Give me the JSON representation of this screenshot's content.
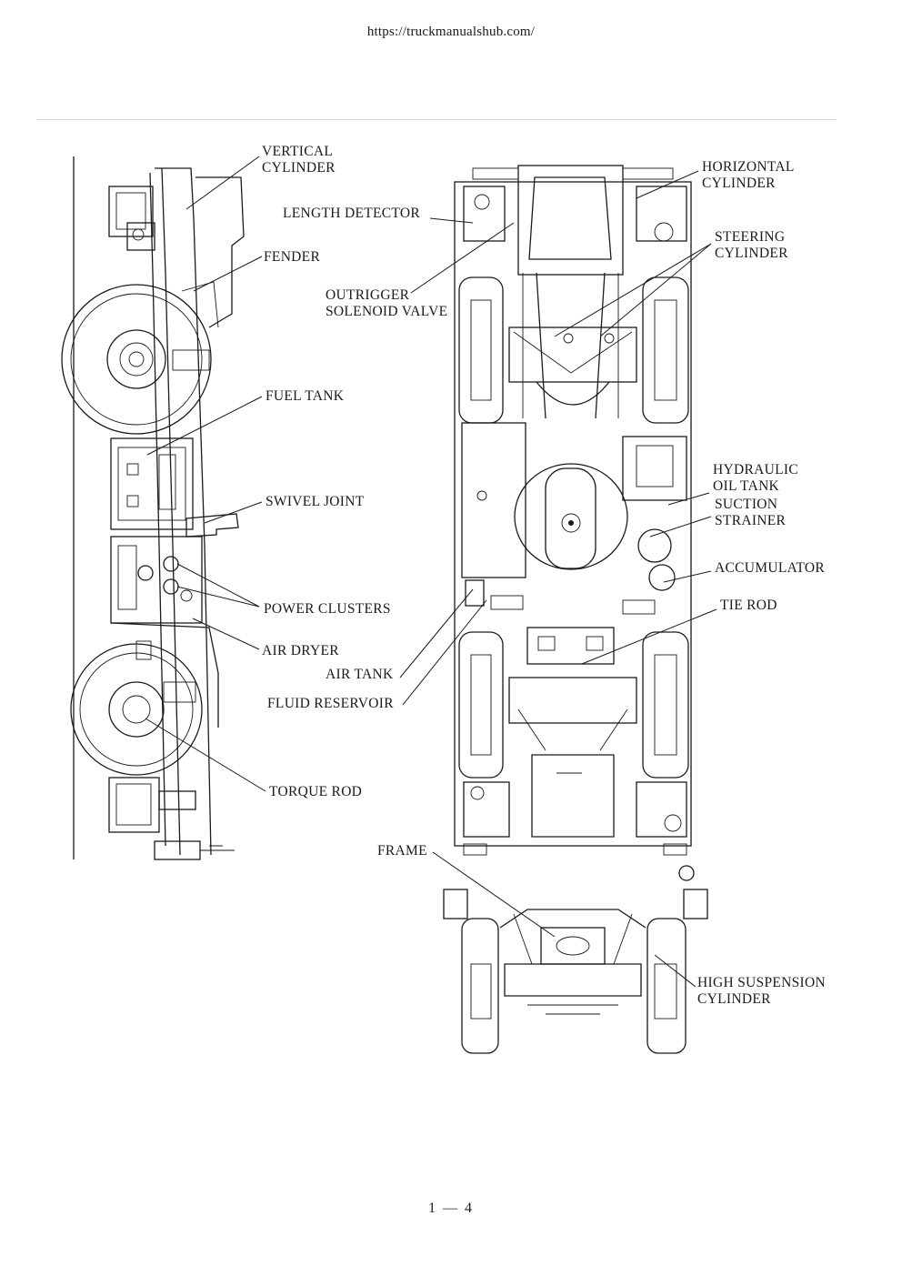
{
  "header": {
    "url": "https://truckmanualshub.com/"
  },
  "labels": {
    "vertical_cylinder": [
      "VERTICAL",
      "CYLINDER"
    ],
    "length_detector": "LENGTH DETECTOR",
    "fender": "FENDER",
    "outrigger_solenoid_valve": [
      "OUTRIGGER",
      "SOLENOID VALVE"
    ],
    "fuel_tank": "FUEL TANK",
    "swivel_joint": "SWIVEL JOINT",
    "power_clusters": "POWER CLUSTERS",
    "air_dryer": "AIR DRYER",
    "air_tank": "AIR TANK",
    "fluid_reservoir": "FLUID RESERVOIR",
    "torque_rod": "TORQUE ROD",
    "frame": "FRAME",
    "horizontal_cylinder": [
      "HORIZONTAL",
      "CYLINDER"
    ],
    "steering_cylinder": [
      "STEERING",
      "CYLINDER"
    ],
    "hydraulic_oil_tank": [
      "HYDRAULIC",
      "OIL TANK"
    ],
    "suction_strainer": [
      "SUCTION",
      "STRAINER"
    ],
    "accumulator": "ACCUMULATOR",
    "tie_rod": "TIE ROD",
    "high_suspension_cylinder": [
      "HIGH SUSPENSION",
      "CYLINDER"
    ]
  },
  "footer": {
    "page_number": "1 — 4"
  }
}
